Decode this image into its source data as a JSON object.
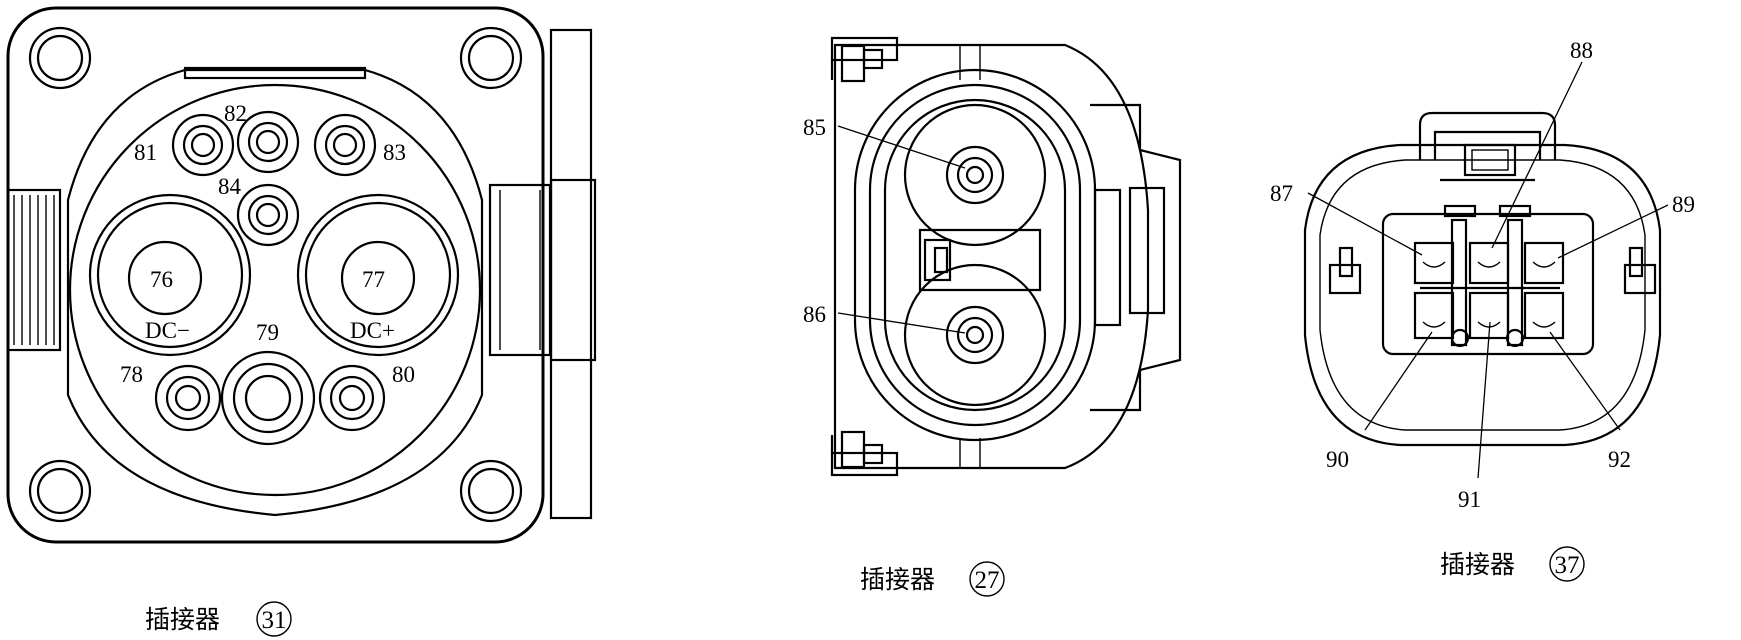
{
  "connectors": [
    {
      "id": "31",
      "caption": "插接器",
      "caption_number": "31",
      "pins": [
        "81",
        "82",
        "83",
        "84",
        "76",
        "77",
        "78",
        "79",
        "80"
      ],
      "labels": {
        "dc_minus": "DC−",
        "dc_plus": "DC+"
      }
    },
    {
      "id": "27",
      "caption": "插接器",
      "caption_number": "27",
      "pins": [
        "85",
        "86"
      ]
    },
    {
      "id": "37",
      "caption": "插接器",
      "caption_number": "37",
      "pins": [
        "88",
        "87",
        "89",
        "90",
        "91",
        "92"
      ]
    }
  ]
}
